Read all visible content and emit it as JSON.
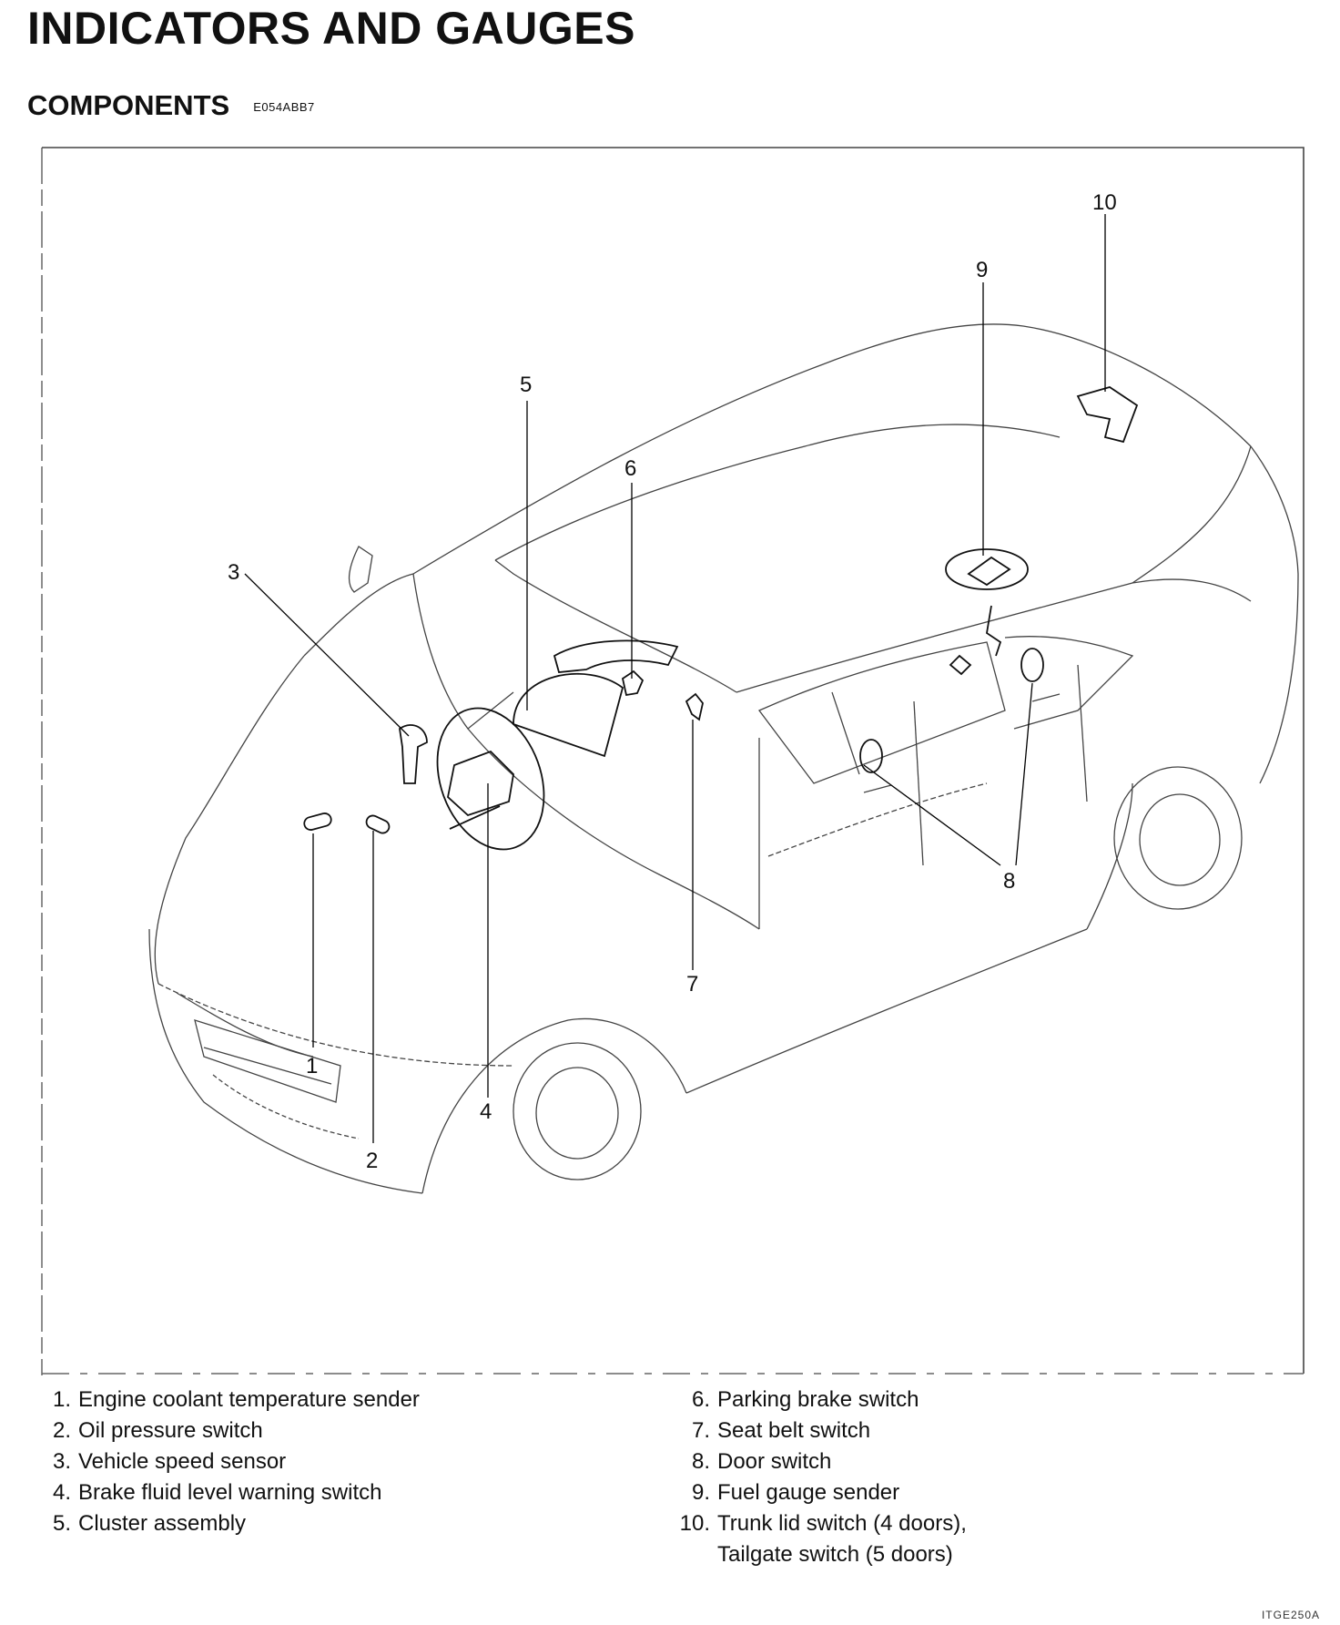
{
  "page": {
    "title": "INDICATORS AND GAUGES",
    "section_title": "COMPONENTS",
    "section_code": "E054ABB7",
    "figure_code": "ITGE250A"
  },
  "callouts": [
    "1",
    "2",
    "3",
    "4",
    "5",
    "6",
    "7",
    "8",
    "9",
    "10"
  ],
  "legend": {
    "left": [
      {
        "num": "1.",
        "text": "Engine coolant temperature sender"
      },
      {
        "num": "2.",
        "text": "Oil pressure switch"
      },
      {
        "num": "3.",
        "text": "Vehicle speed sensor"
      },
      {
        "num": "4.",
        "text": "Brake fluid level warning switch"
      },
      {
        "num": "5.",
        "text": "Cluster assembly"
      }
    ],
    "right": [
      {
        "num": "6.",
        "text": "Parking brake switch"
      },
      {
        "num": "7.",
        "text": "Seat belt switch"
      },
      {
        "num": "8.",
        "text": "Door switch"
      },
      {
        "num": "9.",
        "text": "Fuel gauge sender"
      },
      {
        "num": "10.",
        "text": "Trunk lid switch (4 doors),",
        "cont": "Tailgate switch (5 doors)"
      }
    ]
  }
}
